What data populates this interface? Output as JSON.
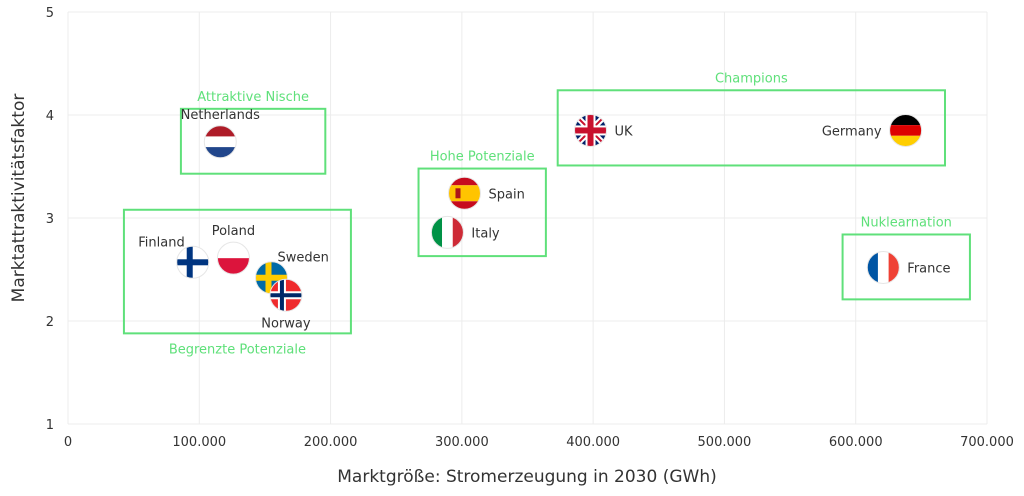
{
  "chart_data": {
    "type": "scatter",
    "xlabel": "Marktgröße: Stromerzeugung in 2030 (GWh)",
    "ylabel": "Marktattraktivitätsfaktor",
    "xlim": [
      0,
      700000
    ],
    "ylim": [
      1,
      5
    ],
    "x_ticks": [
      0,
      100000,
      200000,
      300000,
      400000,
      500000,
      600000,
      700000
    ],
    "x_tick_labels": [
      "0",
      "100.000",
      "200.000",
      "300.000",
      "400.000",
      "500.000",
      "600.000",
      "700.000"
    ],
    "y_ticks": [
      1,
      2,
      3,
      4,
      5
    ],
    "y_tick_labels": [
      "1",
      "2",
      "3",
      "4",
      "5"
    ],
    "grid": true,
    "points": [
      {
        "label": "Netherlands",
        "x": 116000,
        "y": 3.74,
        "label_pos": "top"
      },
      {
        "label": "Finland",
        "x": 95000,
        "y": 2.57,
        "label_pos": "top-left"
      },
      {
        "label": "Poland",
        "x": 126000,
        "y": 2.61,
        "label_pos": "top"
      },
      {
        "label": "Sweden",
        "x": 155000,
        "y": 2.42,
        "label_pos": "top-right"
      },
      {
        "label": "Norway",
        "x": 166000,
        "y": 2.25,
        "label_pos": "bottom"
      },
      {
        "label": "Spain",
        "x": 302000,
        "y": 3.24,
        "label_pos": "right"
      },
      {
        "label": "Italy",
        "x": 289000,
        "y": 2.86,
        "label_pos": "right"
      },
      {
        "label": "UK",
        "x": 398000,
        "y": 3.85,
        "label_pos": "right"
      },
      {
        "label": "Germany",
        "x": 638000,
        "y": 3.85,
        "label_pos": "left"
      },
      {
        "label": "France",
        "x": 621000,
        "y": 2.52,
        "label_pos": "right"
      }
    ],
    "groups": [
      {
        "label": "Begrenzte Potenziale",
        "x": [
          42600,
          215500
        ],
        "y": [
          1.88,
          3.08
        ],
        "label_pos": "bottom"
      },
      {
        "label": "Attraktive Nische",
        "x": [
          86000,
          196000
        ],
        "y": [
          3.43,
          4.06
        ],
        "label_pos": "top"
      },
      {
        "label": "Hohe Potenziale",
        "x": [
          267000,
          364000
        ],
        "y": [
          2.63,
          3.48
        ],
        "label_pos": "top"
      },
      {
        "label": "Champions",
        "x": [
          373000,
          668000
        ],
        "y": [
          3.51,
          4.24
        ],
        "label_pos": "top"
      },
      {
        "label": "Nuklearnation",
        "x": [
          590000,
          687000
        ],
        "y": [
          2.21,
          2.84
        ],
        "label_pos": "top"
      }
    ],
    "colors": {
      "group": "#5fe07a",
      "grid": "#ececec"
    }
  }
}
